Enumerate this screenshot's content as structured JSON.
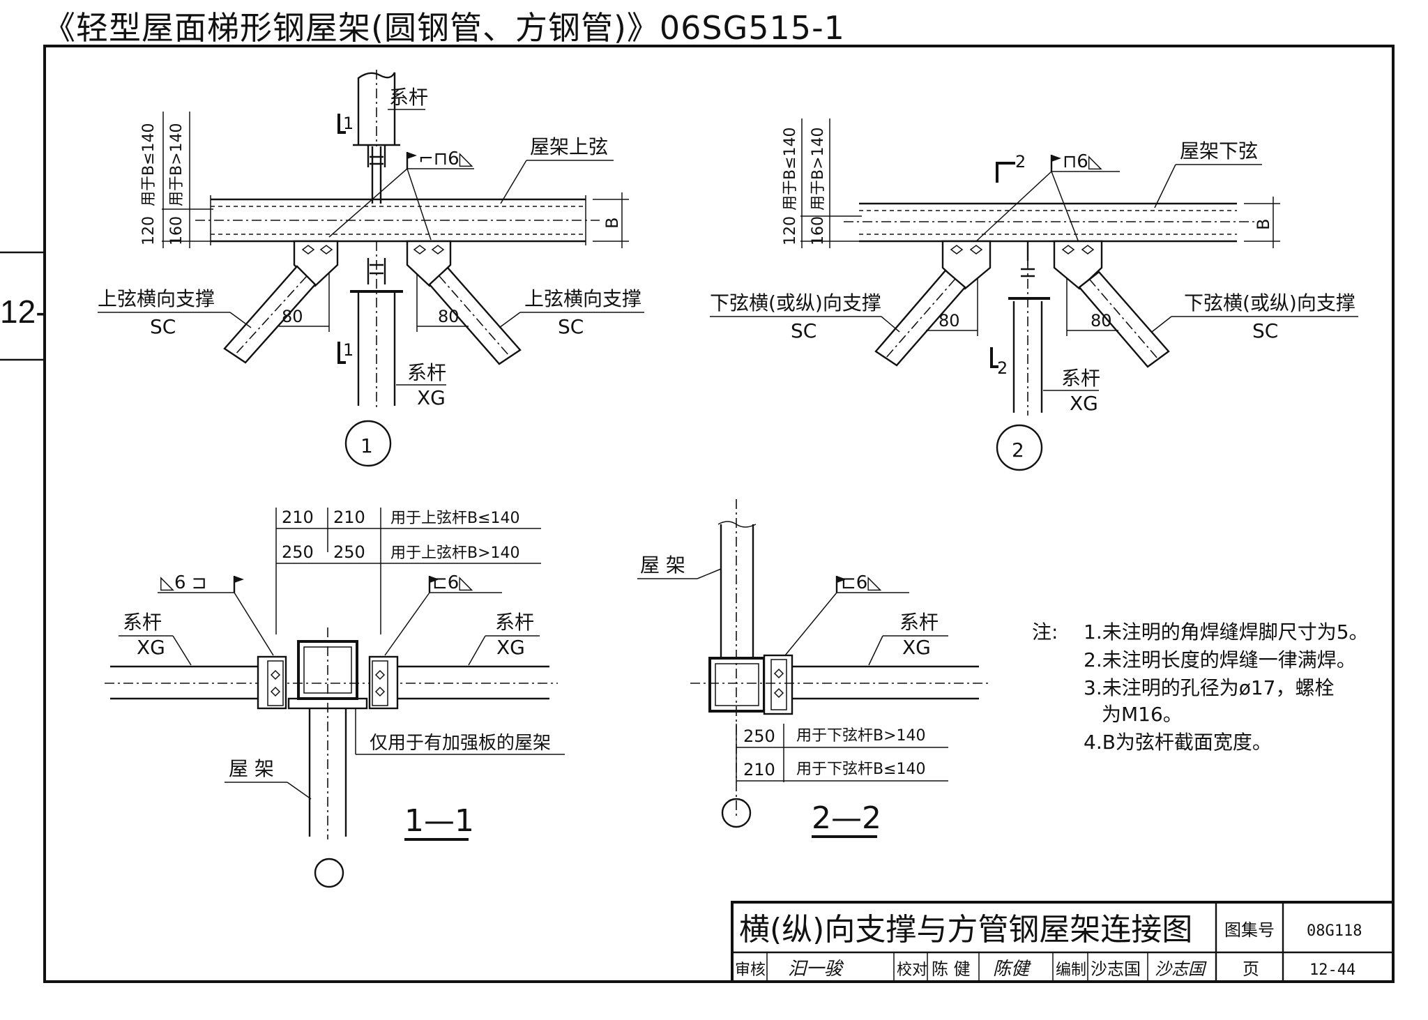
{
  "header": {
    "title": "《轻型屋面梯形钢屋架(圆钢管、方钢管)》06SG515-1"
  },
  "page_mark": "12-",
  "detail1": {
    "tie_rod_top": "系杆",
    "top_chord": "屋架上弦",
    "weld_left": "⌐⊓6◺",
    "section_mark": "1",
    "dim_b1": "120",
    "dim_b1_note": "用于B≤140",
    "dim_b2": "160",
    "dim_b2_note": "用于B>140",
    "dim_b": "B",
    "brace_left_label": "上弦横向支撑",
    "brace_left_code": "SC",
    "brace_right_label": "上弦横向支撑",
    "brace_right_code": "SC",
    "dim_80_left": "80",
    "dim_80_right": "80",
    "tie_rod_bottom": "系杆",
    "tie_rod_code": "XG",
    "circle_number": "1"
  },
  "detail2": {
    "bottom_chord": "屋架下弦",
    "section_mark": "2",
    "weld": "⊓6◺",
    "dim_b1": "120",
    "dim_b1_note": "用于B≤140",
    "dim_b2": "160",
    "dim_b2_note": "用于B>140",
    "dim_b": "B",
    "brace_left_label": "下弦横(或纵)向支撑",
    "brace_left_code": "SC",
    "brace_right_label": "下弦横(或纵)向支撑",
    "brace_right_code": "SC",
    "dim_80_left": "80",
    "dim_80_right": "80",
    "tie_rod": "系杆",
    "tie_rod_code": "XG",
    "circle_number": "2"
  },
  "section11": {
    "dim_210": "210",
    "dim_210b": "210",
    "note_210": "用于上弦杆B≤140",
    "dim_250": "250",
    "dim_250b": "250",
    "note_250": "用于上弦杆B>140",
    "weld_left": "◺6 ⊐",
    "weld_right": "⊏6◺",
    "tie_left": "系杆",
    "tie_left_code": "XG",
    "tie_right": "系杆",
    "tie_right_code": "XG",
    "stiffener_note": "仅用于有加强板的屋架",
    "truss": "屋 架",
    "title": "1—1"
  },
  "section22": {
    "truss": "屋 架",
    "weld": "⊏6◺",
    "tie": "系杆",
    "tie_code": "XG",
    "dim_250": "250",
    "note_250": "用于下弦杆B>140",
    "dim_210": "210",
    "note_210": "用于下弦杆B≤140",
    "title": "2—2"
  },
  "notes": {
    "label": "注:",
    "items": [
      "1.未注明的角焊缝焊脚尺寸为5。",
      "2.未注明长度的焊缝一律满焊。",
      "3.未注明的孔径为ø17，螺栓",
      "为M16。",
      "4.B为弦杆截面宽度。"
    ]
  },
  "title_block": {
    "drawing_title": "横(纵)向支撑与方管钢屋架连接图",
    "atlas_label": "图集号",
    "atlas_no": "08G118",
    "review_label": "审核",
    "review_sign": "汩一骏",
    "check_label": "校对",
    "check_name": "陈 健",
    "check_sign": "陈健",
    "edit_label": "编制",
    "edit_name": "沙志国",
    "edit_sign": "沙志国",
    "page_label": "页",
    "page_no": "12-44"
  }
}
